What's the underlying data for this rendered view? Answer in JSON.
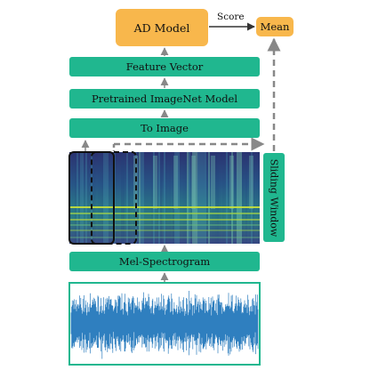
{
  "nodes": {
    "ad_model": "AD Model",
    "mean": "Mean",
    "feature_vector": "Feature Vector",
    "pretrained_model": "Pretrained ImageNet Model",
    "to_image": "To Image",
    "mel_spectrogram": "Mel-Spectrogram",
    "sliding_window": "Sliding Window"
  },
  "edges": {
    "score_label": "Score"
  },
  "colors": {
    "teal": "#20b78f",
    "orange": "#f8b74c",
    "arrow": "#888888",
    "waveform": "#2f7fbf"
  }
}
